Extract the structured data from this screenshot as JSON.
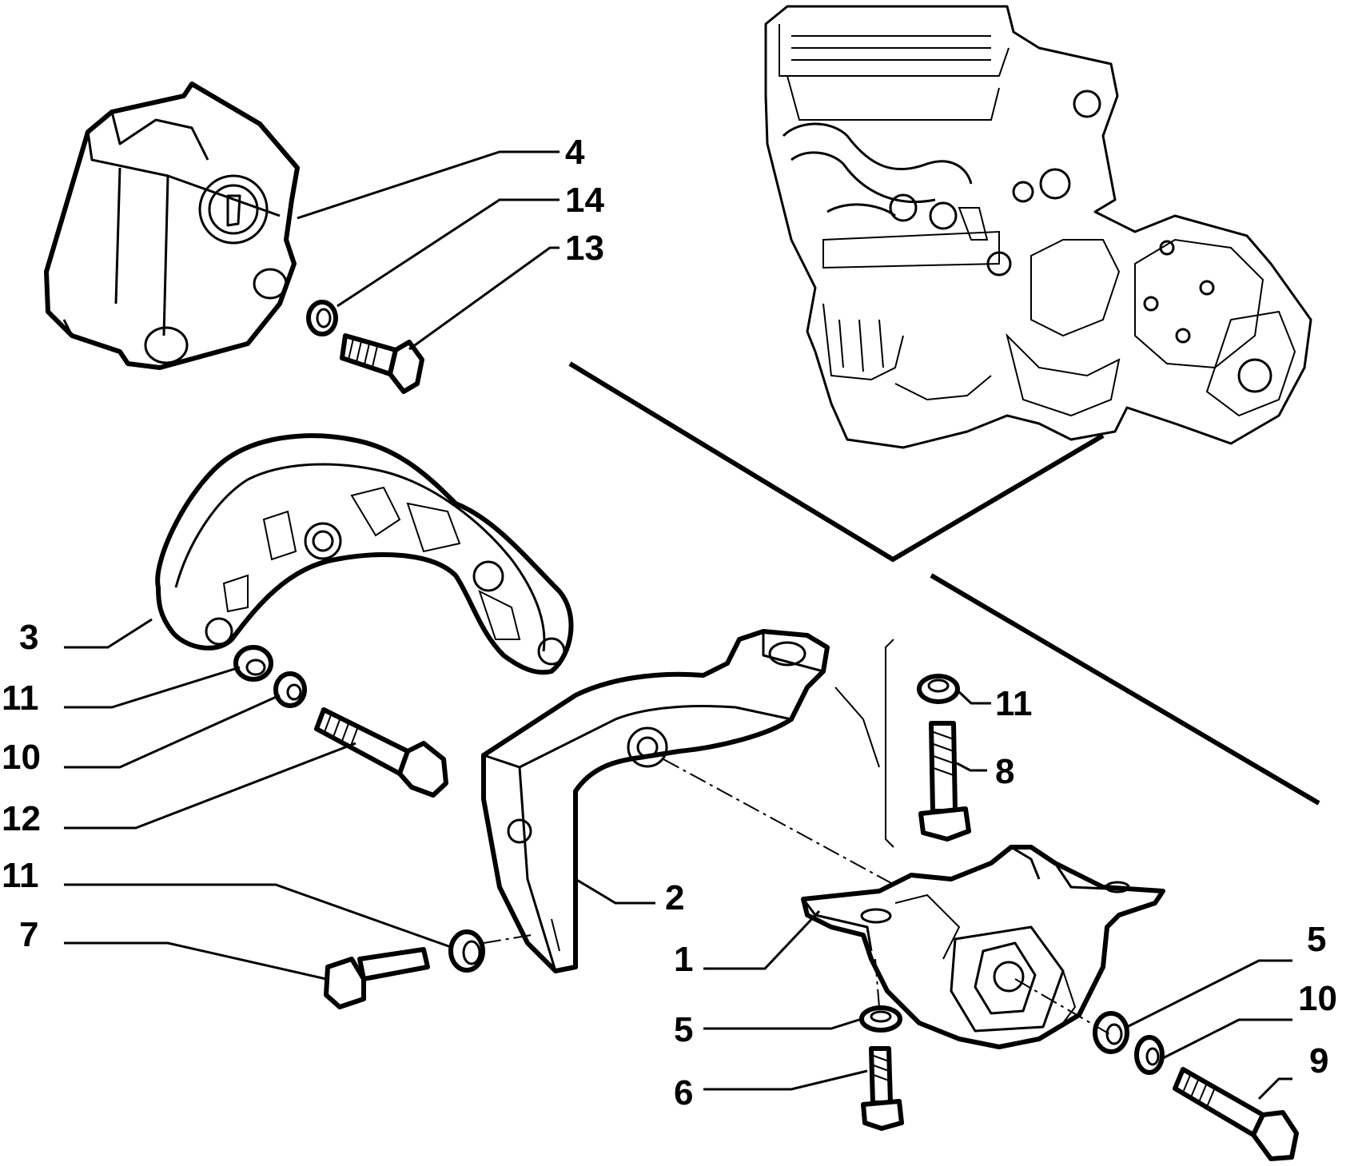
{
  "diagram": {
    "type": "exploded-parts-view",
    "colors": {
      "ink": "#000000",
      "paper": "#ffffff"
    },
    "callouts": [
      {
        "id": "c4",
        "label": "4"
      },
      {
        "id": "c14",
        "label": "14"
      },
      {
        "id": "c13",
        "label": "13"
      },
      {
        "id": "c3",
        "label": "3"
      },
      {
        "id": "c11a",
        "label": "11"
      },
      {
        "id": "c10a",
        "label": "10"
      },
      {
        "id": "c12",
        "label": "12"
      },
      {
        "id": "c11b",
        "label": "11"
      },
      {
        "id": "c7",
        "label": "7"
      },
      {
        "id": "c2",
        "label": "2"
      },
      {
        "id": "c11c",
        "label": "11"
      },
      {
        "id": "c8",
        "label": "8"
      },
      {
        "id": "c1",
        "label": "1"
      },
      {
        "id": "c5a",
        "label": "5"
      },
      {
        "id": "c10b",
        "label": "10"
      },
      {
        "id": "c9",
        "label": "9"
      },
      {
        "id": "c5b",
        "label": "5"
      },
      {
        "id": "c6",
        "label": "6"
      }
    ]
  }
}
